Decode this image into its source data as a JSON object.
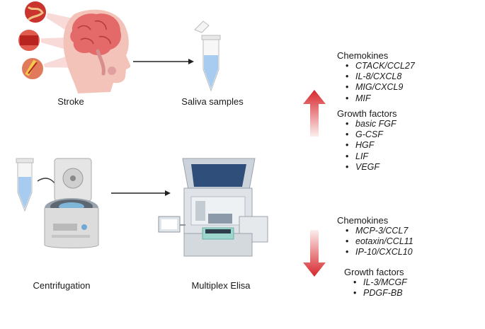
{
  "steps": {
    "stroke": "Stroke",
    "saliva": "Saliva samples",
    "centrifugation": "Centrifugation",
    "elisa": "Multiplex Elisa"
  },
  "up": {
    "chemokines_title": "Chemokines",
    "chemokines": [
      "CTACK/CCL27",
      "IL-8/CXCL8",
      "MIG/CXCL9",
      "MIF"
    ],
    "growth_title": "Growth factors",
    "growth": [
      "basic FGF",
      "G-CSF",
      "HGF",
      "LIF",
      "VEGF"
    ]
  },
  "down": {
    "chemokines_title": "Chemokines",
    "chemokines": [
      "MCP-3/CCL7",
      "eotaxin/CCL11",
      "IP-10/CXCL10"
    ],
    "growth_title": "Growth factors",
    "growth": [
      "IL-3/MCGF",
      "PDGF-BB"
    ]
  },
  "colors": {
    "arrow_red": "#d7262b",
    "head": "#f2b8b0",
    "brain": "#e46a6a"
  }
}
